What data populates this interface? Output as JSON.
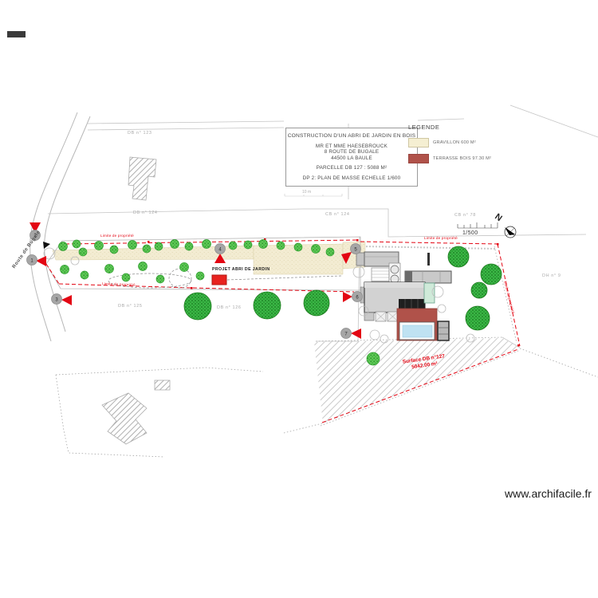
{
  "colors": {
    "accent_red": "#e30613",
    "gravillon": "#f3ecd2",
    "terrasse_bois": "#b0524a",
    "tree_green": "#3cb546",
    "tree_dark_green": "#157a1e",
    "building_gray": "#cfcfcf",
    "pool_blue": "#bfe2f2"
  },
  "title_block": {
    "lines": [
      "CONSTRUCTION D'UN ABRI DE JARDIN EN BOIS",
      "MR ET MME HAESEBROUCK",
      "8 ROUTE DE BUGALE",
      "44500 LA BAULE",
      "PARCELLE DB 127 : 5088 M²",
      "DP 2: PLAN DE MASSE  ECHELLE 1/600"
    ]
  },
  "legend": {
    "title": "LEGENDE",
    "items": [
      {
        "label": "GRAVILLON 600 M²",
        "color": "#f5efd2"
      },
      {
        "label": "TERRASSE BOIS 97.30 M²",
        "color": "#b0524a"
      }
    ]
  },
  "compass": {
    "label": "N"
  },
  "scale": {
    "ratio": "1/500",
    "mini_label": "10 m"
  },
  "parcels": {
    "labels": [
      "DB n° 123",
      "DB n° 124",
      "CB n° 124",
      "CB n° 78",
      "DH n° 9",
      "DB n° 125",
      "DB n° 126"
    ]
  },
  "annotations": {
    "project": "PROJET ABRI DE JARDIN",
    "property_limit": "Limite de propriété",
    "surface_line1": "Surface DB n°127",
    "surface_line2": "5042.00 m²",
    "road": "Route de Bugale"
  },
  "markers": [
    "1",
    "2",
    "3",
    "4",
    "5",
    "6",
    "7"
  ],
  "watermark": "www.archifacile.fr"
}
